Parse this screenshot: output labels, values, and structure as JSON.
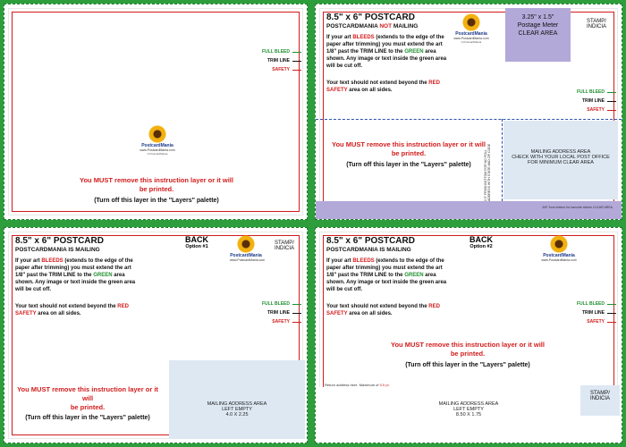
{
  "common": {
    "full_bleed": "FULL BLEED",
    "trim_line": "TRIM LINE",
    "safety": "SAFETY",
    "warn_line1": "You MUST remove this instruction layer or it will",
    "warn_line2": "be printed.",
    "turn_off": "(Turn off this layer in the \"Layers\" palette)",
    "brand": "PostcardMania",
    "url": "www.PostcardMania.com",
    "tagline": "A PostcardMania",
    "title": "8.5\" x 6\" POSTCARD",
    "stamp": "STAMP/",
    "indicia": "INDICIA",
    "bleeds_p1": "If your art ",
    "bleeds_word": "BLEEDS",
    "bleeds_p2": " (extends to the edge of the paper after trimming) you must extend the art 1/8\" past the TRIM LINE to the ",
    "green_word": "GREEN",
    "bleeds_p3": " area shown. Any image or text inside the green area will be cut off.",
    "safety_p1": "Your text should not extend beyond the ",
    "safety_word": "RED SAFETY",
    "safety_p2": " area on all sides."
  },
  "panel2": {
    "subtitle_a": "POSTCARDMANIA ",
    "subtitle_not": "NOT",
    "subtitle_b": " MAILING",
    "meter_line1": "3.25\" x 1.5\"",
    "meter_line2": "Postage Meter",
    "meter_line3": "CLEAR AREA",
    "mailing_line1": "MAILING ADDRESS AREA",
    "mailing_line2": "CHECK WITH YOUR LOCAL POST OFFICE",
    "mailing_line3": "FOR MINIMUM CLEAR AREA",
    "vertical_note": "2.5\" FROM BOTTOM FOR NO FOLL ADDRESS WITH STATE AND ZIP CODE",
    "barcode_note": "5/8\" from bottom for barcode sticker CLEAR AREA"
  },
  "panel3": {
    "subtitle": "POSTCARDMANIA IS MAILING",
    "back": "BACK",
    "option": "Option #1",
    "mailing_line1": "MAILING ADDRESS AREA",
    "mailing_line2": "LEFT EMPTY",
    "mailing_line3": "4.0 X 2.25"
  },
  "panel4": {
    "subtitle": "POSTCARDMANIA IS MAILING",
    "back": "BACK",
    "option": "Option #2",
    "return_note_a": "Return address here. Maximum of ",
    "return_note_b": "5.5 pt.",
    "mailing_line1": "MAILING ADDRESS AREA",
    "mailing_line2": "LEFT EMPTY",
    "mailing_line3": "8.50 X 1.75"
  }
}
